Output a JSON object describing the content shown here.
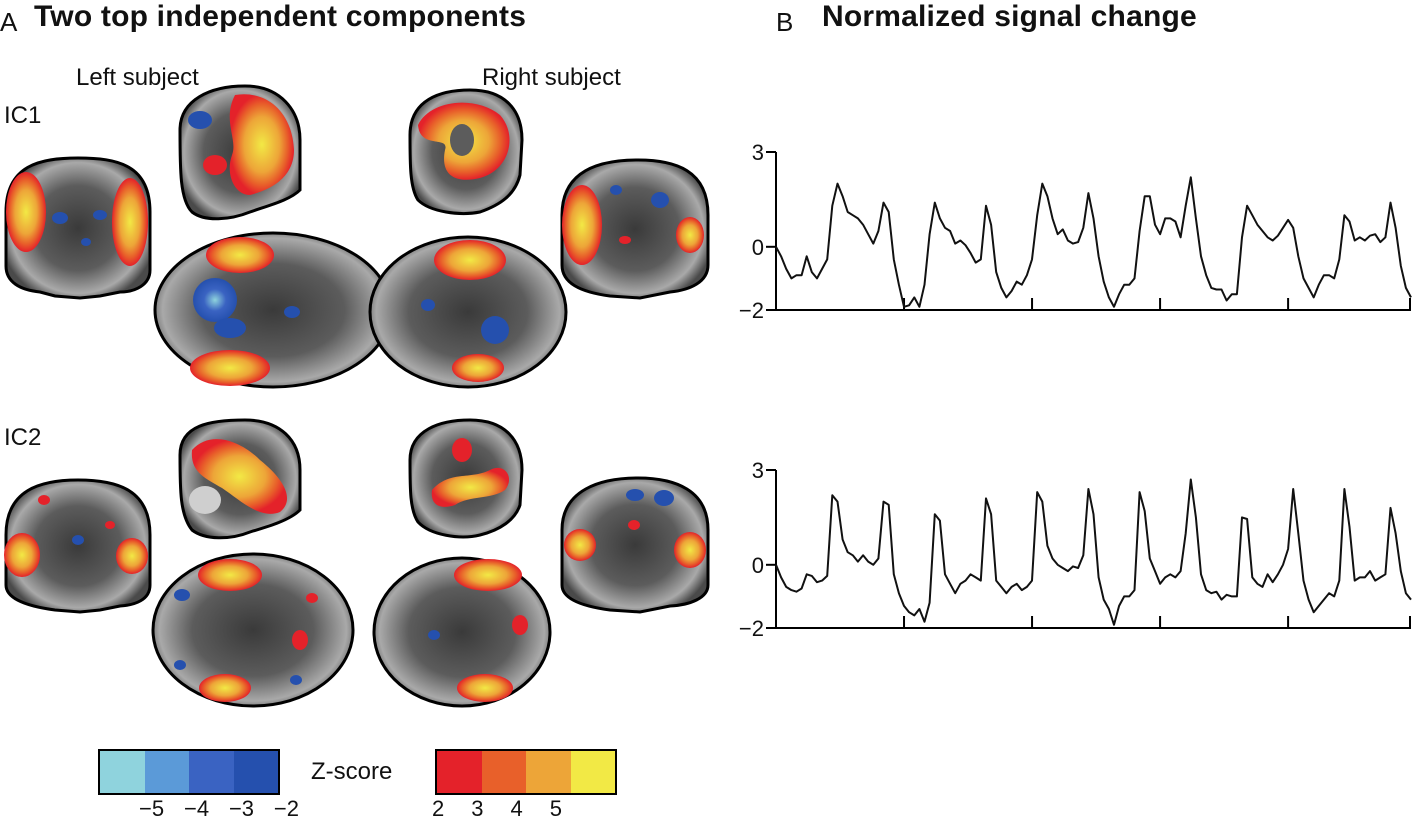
{
  "panel_a": {
    "letter": "A",
    "title": "Two top independent components",
    "left_subject_label": "Left subject",
    "right_subject_label": "Right subject",
    "components": [
      "IC1",
      "IC2"
    ]
  },
  "panel_b": {
    "letter": "B",
    "title": "Normalized signal change"
  },
  "colorbar": {
    "label": "Z-score",
    "negative": {
      "colors": [
        "#8fd3dd",
        "#5b9ad8",
        "#3a63c2",
        "#2550ae"
      ],
      "tick_labels": [
        "−5",
        "−4",
        "−3",
        "−2"
      ]
    },
    "positive": {
      "colors": [
        "#e4222a",
        "#e8602a",
        "#eda538",
        "#f2e945"
      ],
      "tick_labels": [
        "2",
        "3",
        "4",
        "5"
      ]
    }
  },
  "chart_data": [
    {
      "type": "line",
      "ylim": [
        -2,
        3
      ],
      "yticks": [
        3,
        0,
        -2
      ],
      "ytick_labels": [
        "3",
        "0",
        "−2"
      ],
      "xlim": [
        0,
        124
      ],
      "xticks": [
        25,
        50,
        75,
        100,
        125
      ],
      "color": "#111111",
      "values": [
        0.0,
        -0.3,
        -0.7,
        -1.0,
        -0.9,
        -0.9,
        -0.3,
        -0.8,
        -1.0,
        -0.7,
        -0.4,
        1.3,
        2.0,
        1.6,
        1.1,
        1.0,
        0.9,
        0.7,
        0.4,
        0.1,
        0.5,
        1.4,
        1.1,
        -0.4,
        -1.2,
        -1.9,
        -1.85,
        -1.6,
        -1.9,
        -1.2,
        0.4,
        1.4,
        0.9,
        0.6,
        0.5,
        0.1,
        0.2,
        0.05,
        -0.2,
        -0.5,
        -0.4,
        1.3,
        0.7,
        -0.8,
        -1.3,
        -1.6,
        -1.4,
        -1.1,
        -1.2,
        -0.9,
        -0.4,
        1.0,
        2.0,
        1.6,
        0.9,
        0.4,
        0.55,
        0.2,
        0.1,
        0.15,
        0.6,
        1.7,
        0.9,
        -0.3,
        -1.1,
        -1.6,
        -1.9,
        -1.5,
        -1.2,
        -1.2,
        -1.0,
        0.5,
        1.6,
        1.6,
        0.7,
        0.4,
        0.9,
        0.9,
        0.8,
        0.3,
        1.3,
        2.2,
        0.9,
        -0.3,
        -0.9,
        -1.3,
        -1.35,
        -1.35,
        -1.7,
        -1.5,
        -1.5,
        0.3,
        1.3,
        1.0,
        0.7,
        0.5,
        0.3,
        0.2,
        0.35,
        0.6,
        0.85,
        0.6,
        -0.3,
        -1.0,
        -1.3,
        -1.6,
        -1.2,
        -0.9,
        -0.9,
        -1.0,
        -0.4,
        1.0,
        0.8,
        0.2,
        0.3,
        0.2,
        0.35,
        0.4,
        0.15,
        0.3,
        1.4,
        0.6,
        -0.6,
        -1.3,
        -1.6
      ]
    },
    {
      "type": "line",
      "ylim": [
        -2,
        3
      ],
      "yticks": [
        3,
        0,
        -2
      ],
      "ytick_labels": [
        "3",
        "0",
        "−2"
      ],
      "xlim": [
        0,
        124
      ],
      "xticks": [
        25,
        50,
        75,
        100,
        125
      ],
      "color": "#111111",
      "values": [
        0.0,
        -0.4,
        -0.7,
        -0.8,
        -0.85,
        -0.75,
        -0.3,
        -0.35,
        -0.55,
        -0.5,
        -0.35,
        2.2,
        2.0,
        0.8,
        0.4,
        0.3,
        0.1,
        0.3,
        0.1,
        0.0,
        0.2,
        2.0,
        1.9,
        -0.3,
        -0.9,
        -1.3,
        -1.5,
        -1.6,
        -1.4,
        -1.8,
        -1.2,
        1.6,
        1.4,
        -0.3,
        -0.6,
        -0.9,
        -0.6,
        -0.5,
        -0.3,
        -0.4,
        -0.5,
        2.1,
        1.6,
        -0.5,
        -0.7,
        -0.9,
        -0.7,
        -0.6,
        -0.8,
        -0.7,
        -0.5,
        2.3,
        2.0,
        0.6,
        0.2,
        0.0,
        -0.1,
        -0.2,
        -0.05,
        -0.1,
        0.3,
        2.4,
        1.6,
        -0.4,
        -1.1,
        -1.4,
        -1.9,
        -1.3,
        -1.0,
        -1.0,
        -0.8,
        2.3,
        1.7,
        0.2,
        -0.2,
        -0.6,
        -0.4,
        -0.3,
        -0.4,
        -0.2,
        1.0,
        2.7,
        1.5,
        -0.3,
        -0.8,
        -0.9,
        -0.85,
        -1.1,
        -0.95,
        -1.0,
        -1.0,
        1.5,
        1.45,
        -0.4,
        -0.6,
        -0.7,
        -0.3,
        -0.55,
        -0.3,
        0.0,
        0.5,
        2.4,
        1.0,
        -0.5,
        -1.1,
        -1.5,
        -1.3,
        -1.1,
        -0.9,
        -1.0,
        -0.5,
        2.4,
        1.2,
        -0.5,
        -0.4,
        -0.4,
        -0.2,
        -0.5,
        -0.4,
        -0.3,
        1.8,
        1.0,
        -0.2,
        -0.9,
        -1.1
      ]
    }
  ]
}
